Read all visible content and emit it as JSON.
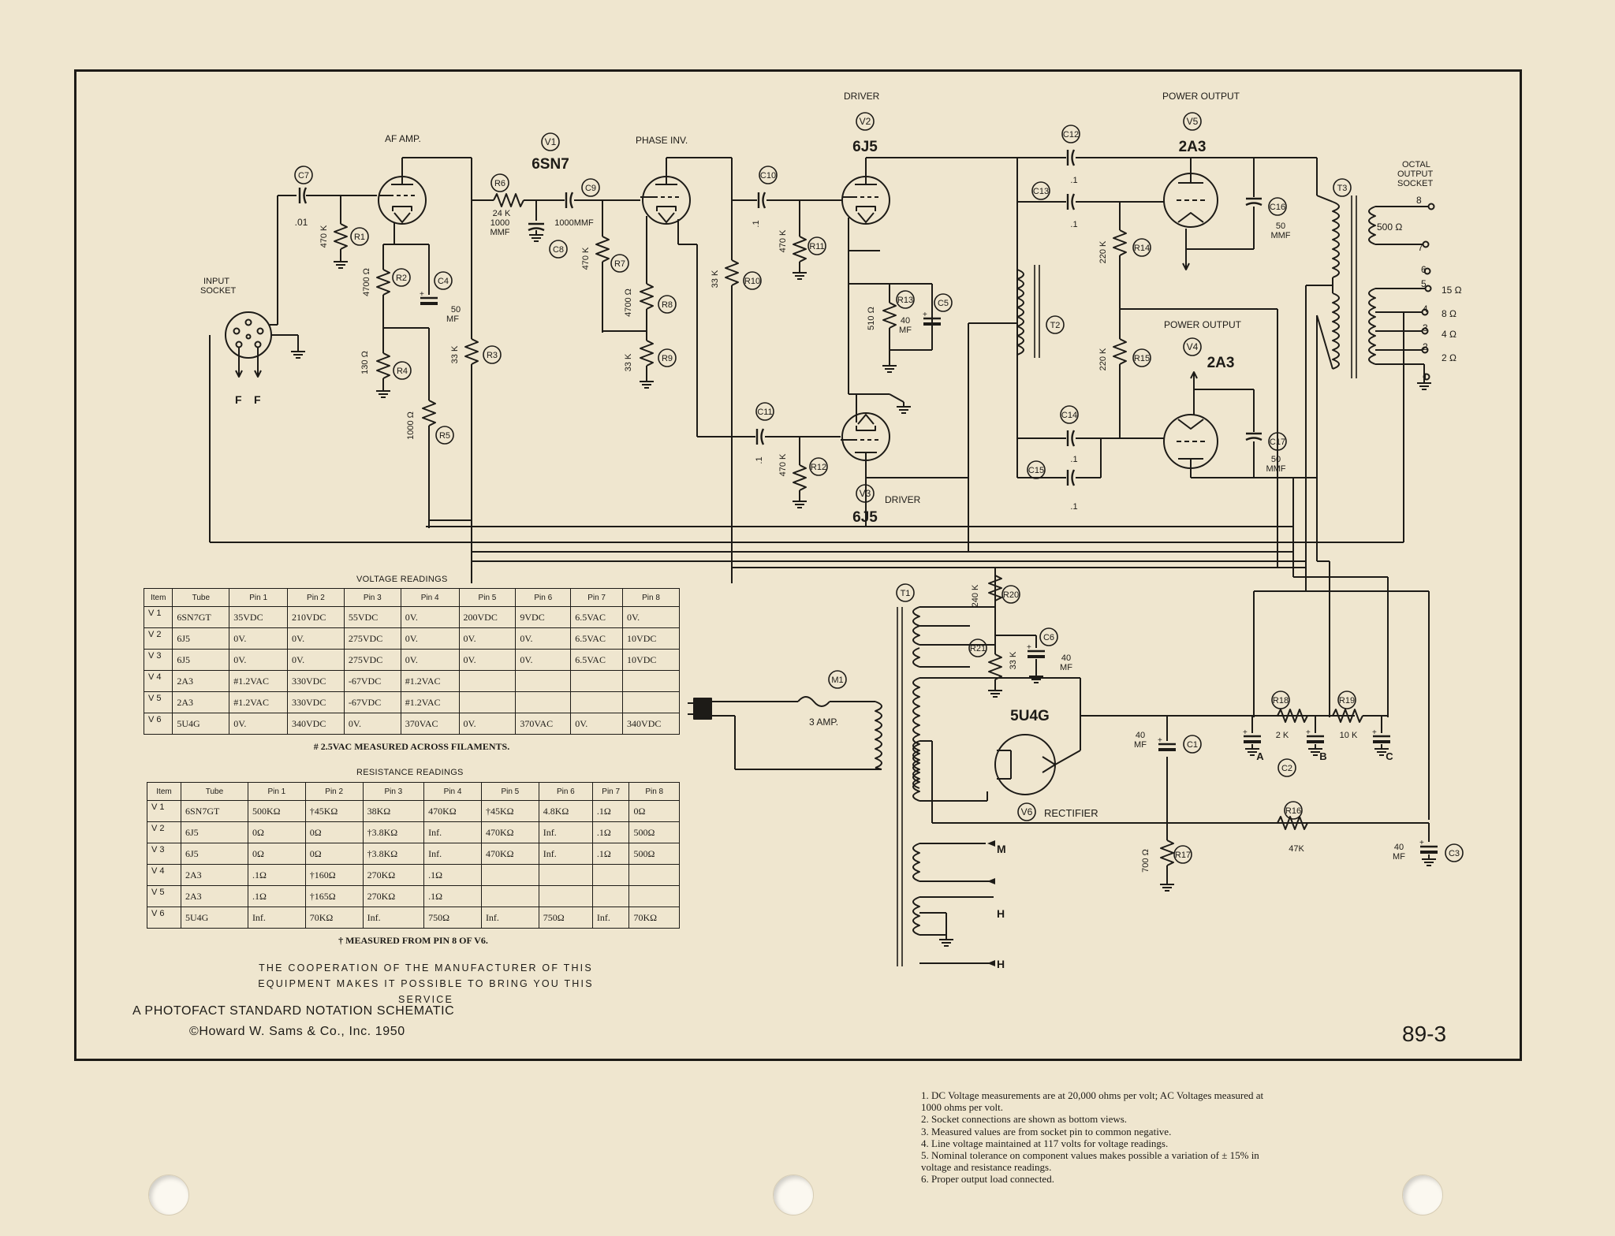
{
  "labels": {
    "af_amp": "AF AMP.",
    "phase_inv": "PHASE INV.",
    "driver_top": "DRIVER",
    "driver_bottom": "DRIVER",
    "power_output_top": "POWER OUTPUT",
    "power_output_bottom": "POWER OUTPUT",
    "input_socket": [
      "INPUT",
      "SOCKET"
    ],
    "octal_output_socket": [
      "OCTAL",
      "OUTPUT",
      "SOCKET"
    ],
    "rectifier": "RECTIFIER",
    "fuse_rating": "3 AMP.",
    "filament_f1": "F",
    "filament_f2": "F"
  },
  "tubes": {
    "V1": {
      "ref": "V1",
      "type": "6SN7"
    },
    "V2": {
      "ref": "V2",
      "type": "6J5"
    },
    "V3": {
      "ref": "V3",
      "type": "6J5"
    },
    "V4": {
      "ref": "V4",
      "type": "2A3"
    },
    "V5": {
      "ref": "V5",
      "type": "2A3"
    },
    "V6": {
      "ref": "V6",
      "type": "5U4G"
    }
  },
  "components": {
    "C7": {
      "ref": "C7",
      "value": ".01"
    },
    "R1": {
      "ref": "R1",
      "value": "470 K"
    },
    "R2": {
      "ref": "R2",
      "value": "4700 Ω"
    },
    "R4": {
      "ref": "R4",
      "value": "130 Ω"
    },
    "C4": {
      "ref": "C4",
      "value": [
        "50",
        "MF"
      ]
    },
    "R5": {
      "ref": "R5",
      "value": "1000 Ω"
    },
    "R3": {
      "ref": "R3",
      "value": "33 K"
    },
    "R6": {
      "ref": "R6",
      "value": "24 K"
    },
    "C8": {
      "ref": "C8",
      "value": [
        "1000",
        "MMF"
      ]
    },
    "C9": {
      "ref": "C9",
      "value": "1000MMF"
    },
    "R7": {
      "ref": "R7",
      "value": "470 K"
    },
    "R8": {
      "ref": "R8",
      "value": "4700 Ω"
    },
    "R9": {
      "ref": "R9",
      "value": "33 K"
    },
    "R10": {
      "ref": "R10",
      "value": "33 K"
    },
    "C10": {
      "ref": "C10",
      "value": ".1"
    },
    "R11": {
      "ref": "R11",
      "value": "470 K"
    },
    "C11": {
      "ref": "C11",
      "value": ".1"
    },
    "R12": {
      "ref": "R12",
      "value": "470 K"
    },
    "R13": {
      "ref": "R13",
      "value": "510 Ω"
    },
    "C5": {
      "ref": "C5",
      "value": [
        "40",
        "MF"
      ]
    },
    "C12": {
      "ref": "C12",
      "value": ".1"
    },
    "C13": {
      "ref": "C13",
      "value": ".1"
    },
    "C14": {
      "ref": "C14",
      "value": ".1"
    },
    "C15": {
      "ref": "C15",
      "value": ".1"
    },
    "R14": {
      "ref": "R14",
      "value": "220 K"
    },
    "R15": {
      "ref": "R15",
      "value": "220 K"
    },
    "C16": {
      "ref": "C16",
      "value": [
        "50",
        "MMF"
      ]
    },
    "C17": {
      "ref": "C17",
      "value": [
        "50",
        "MMF"
      ]
    },
    "T1": {
      "ref": "T1"
    },
    "T2": {
      "ref": "T2"
    },
    "T3": {
      "ref": "T3"
    },
    "M1": {
      "ref": "M1"
    },
    "R20": {
      "ref": "R20",
      "value": "240 K"
    },
    "R21": {
      "ref": "R21",
      "value": "33 K"
    },
    "C6": {
      "ref": "C6",
      "value": [
        "40",
        "MF"
      ]
    },
    "C1": {
      "ref": "C1",
      "value": [
        "40",
        "MF"
      ]
    },
    "C2": {
      "ref": "C2",
      "sections": [
        "A",
        "B",
        "C"
      ]
    },
    "R18": {
      "ref": "R18",
      "value": "2 K"
    },
    "R19": {
      "ref": "R19",
      "value": "10 K"
    },
    "R16": {
      "ref": "R16",
      "value": "47K"
    },
    "R17": {
      "ref": "R17",
      "value": "700 Ω"
    },
    "C3": {
      "ref": "C3",
      "value": [
        "40",
        "MF"
      ]
    }
  },
  "output_taps": {
    "tap8": {
      "pin": "8",
      "label": "500 Ω"
    },
    "tap7": {
      "pin": "7"
    },
    "tap6": {
      "pin": "6"
    },
    "tap5": {
      "pin": "5",
      "label": "15 Ω"
    },
    "tap4": {
      "pin": "4",
      "label": "8 Ω"
    },
    "tap3": {
      "pin": "3",
      "label": "4 Ω"
    },
    "tap2": {
      "pin": "2",
      "label": "2 Ω"
    },
    "tap1": {
      "pin": "1"
    }
  },
  "transformer_leads": {
    "m": "M",
    "h1": "H",
    "h2": "H"
  },
  "voltage_table": {
    "title": "VOLTAGE READINGS",
    "headers": [
      "Item",
      "Tube",
      "Pin 1",
      "Pin 2",
      "Pin 3",
      "Pin 4",
      "Pin 5",
      "Pin 6",
      "Pin 7",
      "Pin 8"
    ],
    "rows": [
      [
        "V 1",
        "6SN7GT",
        "35VDC",
        "210VDC",
        "55VDC",
        "0V.",
        "200VDC",
        "9VDC",
        "6.5VAC",
        "0V."
      ],
      [
        "V 2",
        "6J5",
        "0V.",
        "0V.",
        "275VDC",
        "0V.",
        "0V.",
        "0V.",
        "6.5VAC",
        "10VDC"
      ],
      [
        "V 3",
        "6J5",
        "0V.",
        "0V.",
        "275VDC",
        "0V.",
        "0V.",
        "0V.",
        "6.5VAC",
        "10VDC"
      ],
      [
        "V 4",
        "2A3",
        "#1.2VAC",
        "330VDC",
        "-67VDC",
        "#1.2VAC",
        "",
        "",
        "",
        ""
      ],
      [
        "V 5",
        "2A3",
        "#1.2VAC",
        "330VDC",
        "-67VDC",
        "#1.2VAC",
        "",
        "",
        "",
        ""
      ],
      [
        "V 6",
        "5U4G",
        "0V.",
        "340VDC",
        "0V.",
        "370VAC",
        "0V.",
        "370VAC",
        "0V.",
        "340VDC"
      ]
    ],
    "note": "# 2.5VAC MEASURED ACROSS FILAMENTS."
  },
  "resistance_table": {
    "title": "RESISTANCE READINGS",
    "headers": [
      "Item",
      "Tube",
      "Pin 1",
      "Pin 2",
      "Pin 3",
      "Pin 4",
      "Pin 5",
      "Pin 6",
      "Pin 7",
      "Pin 8"
    ],
    "rows": [
      [
        "V 1",
        "6SN7GT",
        "500KΩ",
        "†45KΩ",
        "38KΩ",
        "470KΩ",
        "†45KΩ",
        "4.8KΩ",
        ".1Ω",
        "0Ω"
      ],
      [
        "V 2",
        "6J5",
        "0Ω",
        "0Ω",
        "†3.8KΩ",
        "Inf.",
        "470KΩ",
        "Inf.",
        ".1Ω",
        "500Ω"
      ],
      [
        "V 3",
        "6J5",
        "0Ω",
        "0Ω",
        "†3.8KΩ",
        "Inf.",
        "470KΩ",
        "Inf.",
        ".1Ω",
        "500Ω"
      ],
      [
        "V 4",
        "2A3",
        ".1Ω",
        "†160Ω",
        "270KΩ",
        ".1Ω",
        "",
        "",
        "",
        ""
      ],
      [
        "V 5",
        "2A3",
        ".1Ω",
        "†165Ω",
        "270KΩ",
        ".1Ω",
        "",
        "",
        "",
        ""
      ],
      [
        "V 6",
        "5U4G",
        "Inf.",
        "70KΩ",
        "Inf.",
        "750Ω",
        "Inf.",
        "750Ω",
        "Inf.",
        "70KΩ"
      ]
    ],
    "note": "† MEASURED FROM PIN 8 OF V6."
  },
  "cooperation": [
    "THE COOPERATION OF THE MANUFACTURER OF THIS",
    "EQUIPMENT MAKES IT POSSIBLE TO BRING YOU THIS SERVICE"
  ],
  "credit": [
    "A PHOTOFACT STANDARD NOTATION SCHEMATIC",
    "©Howard W. Sams & Co., Inc. 1950"
  ],
  "page_number": "89-3",
  "footnotes": [
    "1.  DC Voltage measurements are at 20,000 ohms per volt; AC Voltages measured at 1000 ohms per volt.",
    "2.  Socket connections are shown as bottom views.",
    "3.  Measured values are from socket pin to common negative.",
    "4.  Line voltage maintained at 117 volts for voltage readings.",
    "5.  Nominal tolerance on component values makes possible a variation of ± 15% in voltage and resistance readings.",
    "6.  Proper output load connected."
  ]
}
